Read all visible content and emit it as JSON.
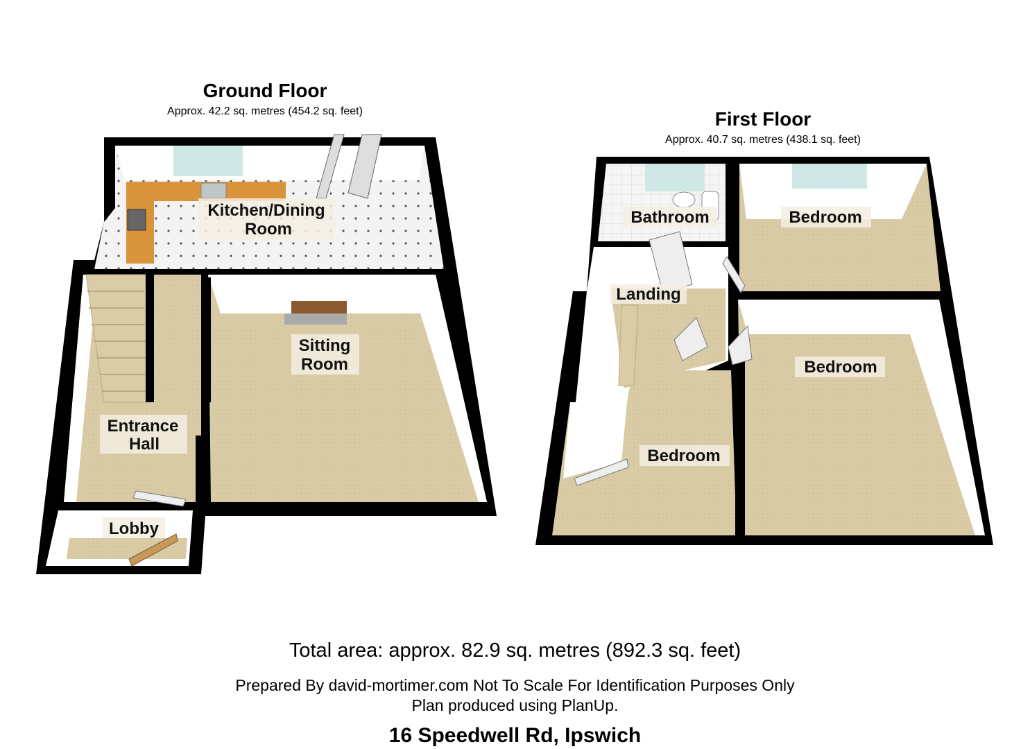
{
  "ground_floor": {
    "title": "Ground Floor",
    "area": "Approx. 42.2 sq. metres (454.2 sq. feet)",
    "rooms": {
      "kitchen_line1": "Kitchen/Dining",
      "kitchen_line2": "Room",
      "sitting_line1": "Sitting",
      "sitting_line2": "Room",
      "hall_line1": "Entrance",
      "hall_line2": "Hall",
      "lobby": "Lobby"
    }
  },
  "first_floor": {
    "title": "First Floor",
    "area": "Approx. 40.7 sq. metres (438.1 sq. feet)",
    "rooms": {
      "bathroom": "Bathroom",
      "bedroom_top": "Bedroom",
      "landing": "Landing",
      "bedroom_right": "Bedroom",
      "bedroom_small": "Bedroom"
    }
  },
  "footer": {
    "total": "Total area: approx. 82.9 sq. metres (892.3 sq. feet)",
    "prepared": "Prepared By david-mortimer.com Not To Scale  For Identification Purposes Only",
    "planup": "Plan produced using PlanUp.",
    "address": "16 Speedwell Rd, Ipswich"
  },
  "colors": {
    "wall": "#000000",
    "wall_face": "#ffffff",
    "carpet": "#d9cca6",
    "kitchen_floor": "#f2f2f2",
    "worktop": "#d9933a",
    "window": "#cfe8e6"
  }
}
